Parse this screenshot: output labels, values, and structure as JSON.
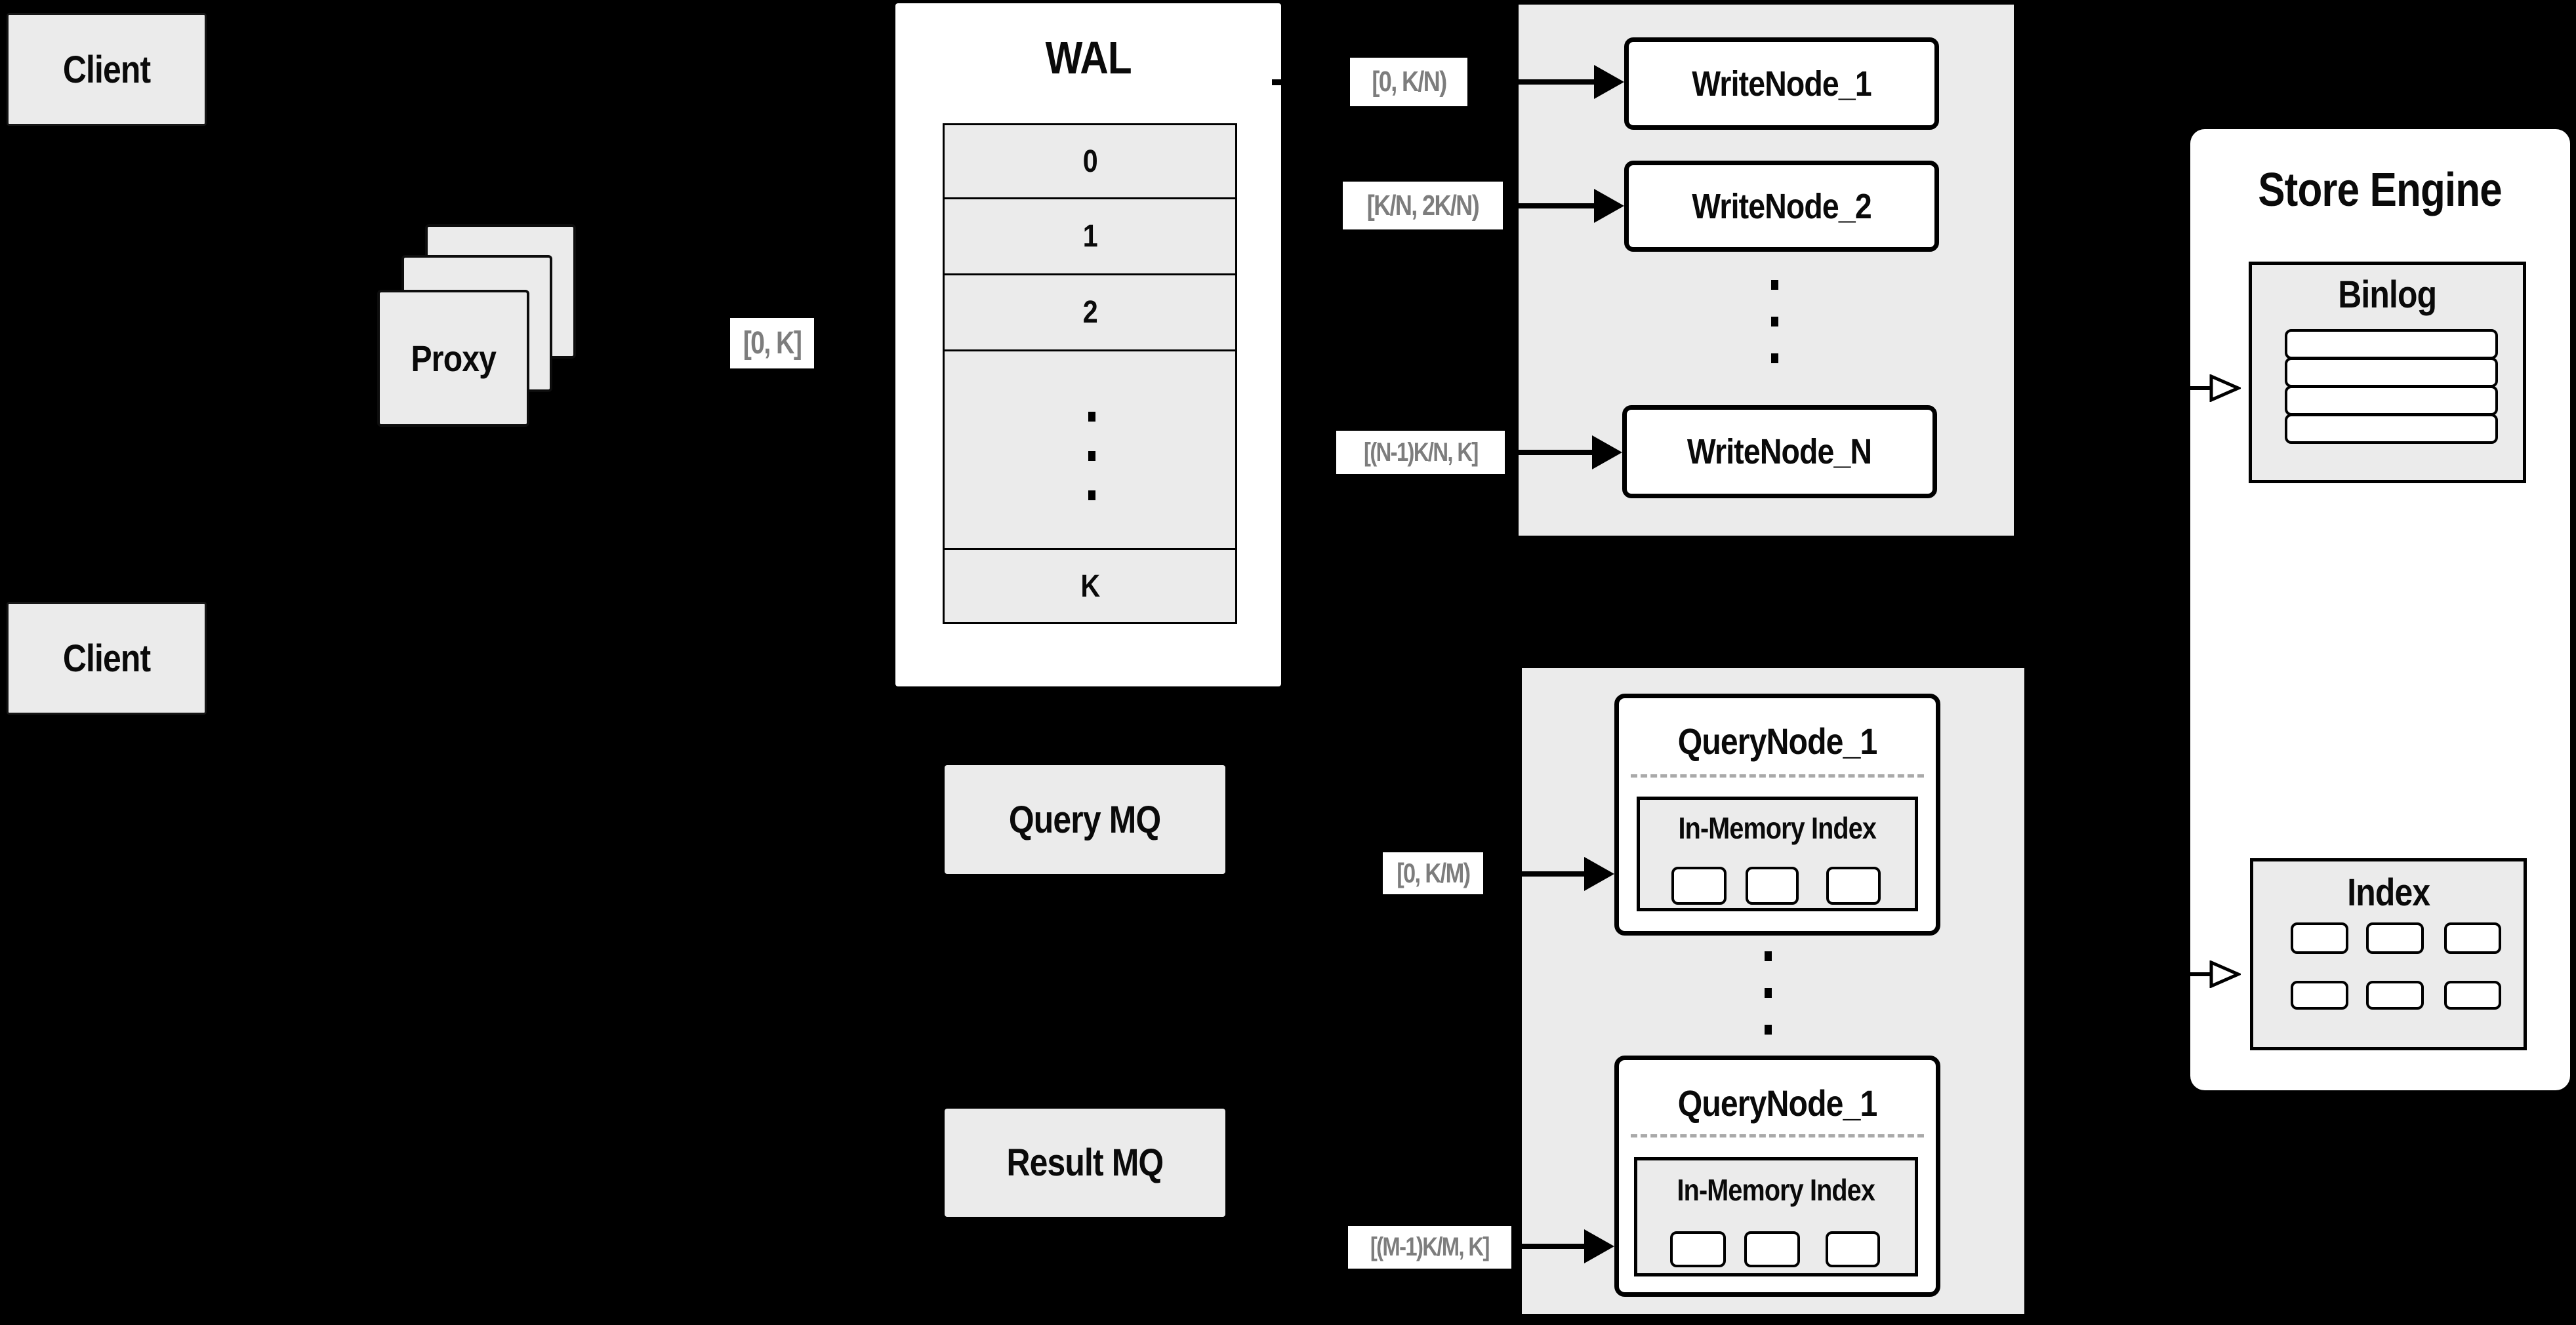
{
  "colors": {
    "background": "#000000",
    "panel_gray": "#ebebeb",
    "box_white": "#ffffff",
    "line_black": "#000000",
    "chip_text_gray": "#7d7d7d",
    "dash_gray": "#a9a9a9"
  },
  "clients": {
    "top_label": "Client",
    "bottom_label": "Client"
  },
  "proxy": {
    "label": "Proxy",
    "range": "[0, K]"
  },
  "wal": {
    "title": "WAL",
    "segments": [
      "0",
      "1",
      "2"
    ],
    "last_segment": "K"
  },
  "mq": {
    "query_label": "Query MQ",
    "result_label": "Result MQ"
  },
  "write_group": {
    "nodes": [
      {
        "label": "WriteNode_1",
        "range": "[0, K/N)"
      },
      {
        "label": "WriteNode_2",
        "range": "[K/N, 2K/N)"
      },
      {
        "label": "WriteNode_N",
        "range": "[(N-1)K/N, K]"
      }
    ]
  },
  "query_group": {
    "nodes": [
      {
        "label": "QueryNode_1",
        "inner_title": "In-Memory Index",
        "range": "[0, K/M)"
      },
      {
        "label": "QueryNode_1",
        "inner_title": "In-Memory Index",
        "range": "[(M-1)K/M, K]"
      }
    ]
  },
  "store_engine": {
    "title": "Store Engine",
    "binlog_title": "Binlog",
    "index_title": "Index",
    "binlog_rows": 4,
    "index_cells": 6
  }
}
